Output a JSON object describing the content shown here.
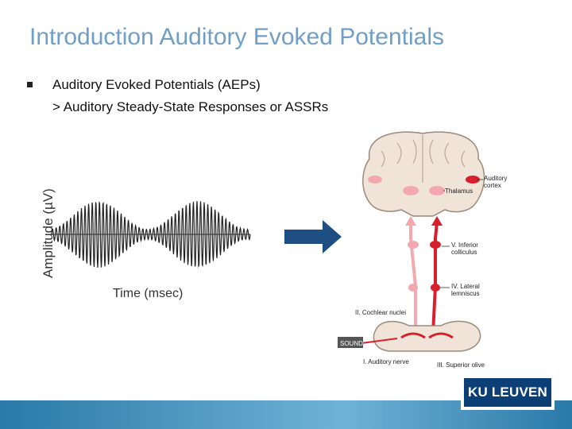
{
  "slide": {
    "title": "Introduction Auditory Evoked Potentials",
    "bullet": "Auditory Evoked Potentials (AEPs)",
    "sub": "> Auditory Steady-State Responses or ASSRs"
  },
  "waveform": {
    "y_label": "Amplitude (µV)",
    "x_label": "Time (msec)"
  },
  "diagram": {
    "labels": {
      "auditory_cortex_1": "Auditory",
      "auditory_cortex_2": "cortex",
      "thalamus": "Thalamus",
      "inferior_colliculus_1": "V. Inferior",
      "inferior_colliculus_2": "colliculus",
      "lateral_lemniscus_1": "IV. Lateral",
      "lateral_lemniscus_2": "lemniscus",
      "cochlear_nuclei": "II. Cochlear nuclei",
      "sound": "SOUND",
      "auditory_nerve": "I. Auditory nerve",
      "superior_olive": "III. Superior olive"
    }
  },
  "logo": {
    "text": "KU LEUVEN"
  },
  "colors": {
    "title": "#6f9ec9",
    "arrow": "#1f4f82",
    "pathway": "#d7202b",
    "logo_bg": "#0b3f75"
  }
}
